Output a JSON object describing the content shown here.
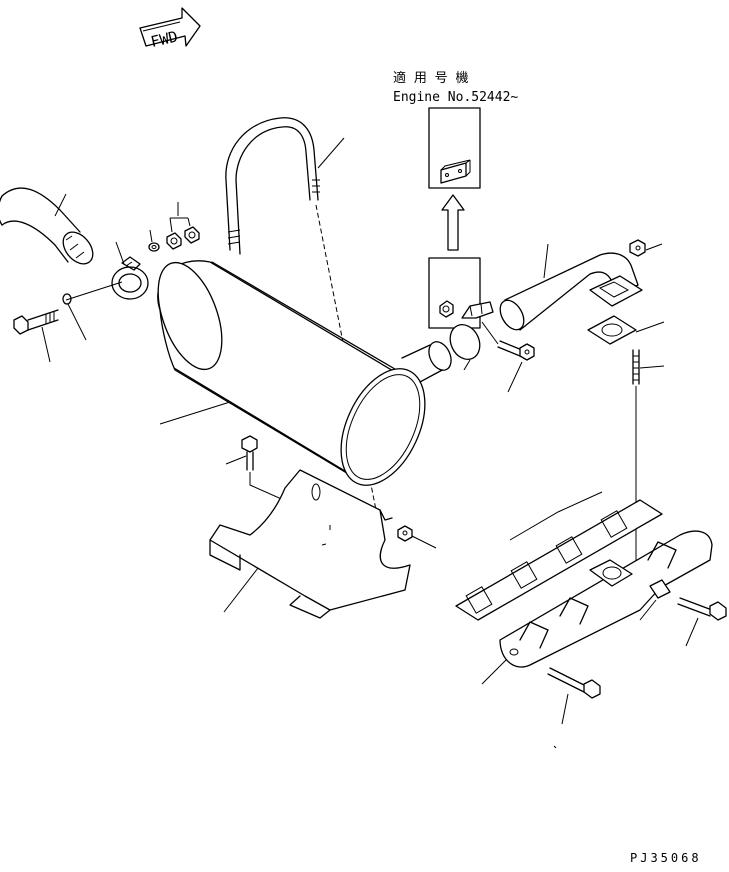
{
  "direction_marker": {
    "label": "FWD",
    "icon": "arrow-right-icon"
  },
  "applicability_note": {
    "jp_label": "適 用 号 機",
    "engine_label": "Engine No.52442~"
  },
  "drawing_code": "PJ35068"
}
